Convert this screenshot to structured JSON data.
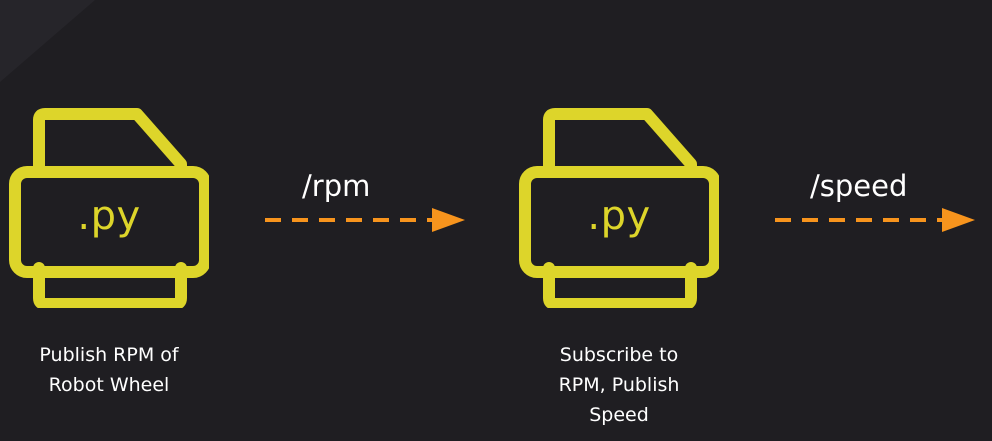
{
  "colors": {
    "background": "#1f1e22",
    "icon_stroke": "#ddd52a",
    "arrow": "#f7941d",
    "text": "#ffffff"
  },
  "nodes": [
    {
      "icon": "python-file-icon",
      "extension": ".py",
      "caption_lines": [
        "Publish RPM of",
        "Robot Wheel"
      ]
    },
    {
      "icon": "python-file-icon",
      "extension": ".py",
      "caption_lines": [
        "Subscribe to",
        "RPM,  Publish",
        "Speed"
      ]
    }
  ],
  "edges": [
    {
      "topic": "/rpm",
      "icon": "dashed-arrow-icon"
    },
    {
      "topic": "/speed",
      "icon": "dashed-arrow-icon"
    }
  ]
}
